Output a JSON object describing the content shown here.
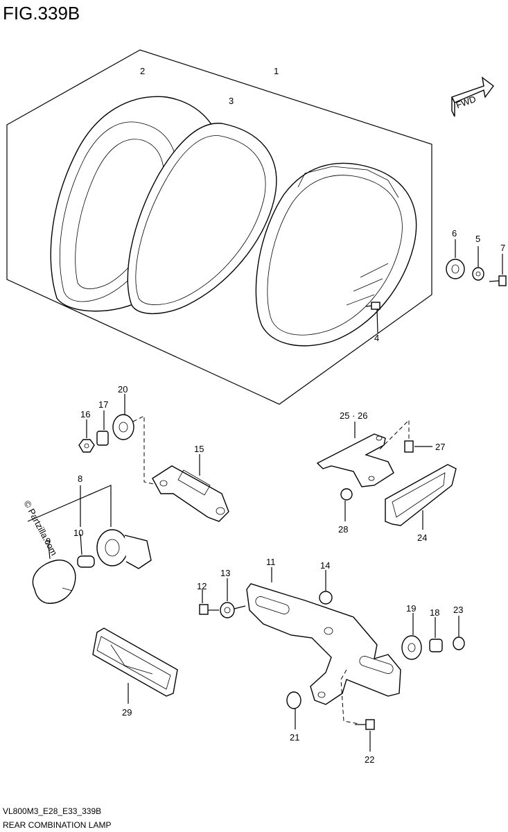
{
  "figure": {
    "title": "FIG.339B"
  },
  "footer": {
    "code": "VL800M3_E28_E33_339B",
    "name": "REAR COMBINATION LAMP"
  },
  "arrow_label": "FWD",
  "watermark": "© Partzilla.com",
  "callouts": [
    "1",
    "2",
    "3",
    "4",
    "5",
    "6",
    "7",
    "8",
    "9",
    "10",
    "11",
    "12",
    "13",
    "14",
    "15",
    "16",
    "17",
    "18",
    "19",
    "20",
    "21",
    "22",
    "23",
    "24",
    "25 · 26",
    "27",
    "28",
    "29"
  ]
}
